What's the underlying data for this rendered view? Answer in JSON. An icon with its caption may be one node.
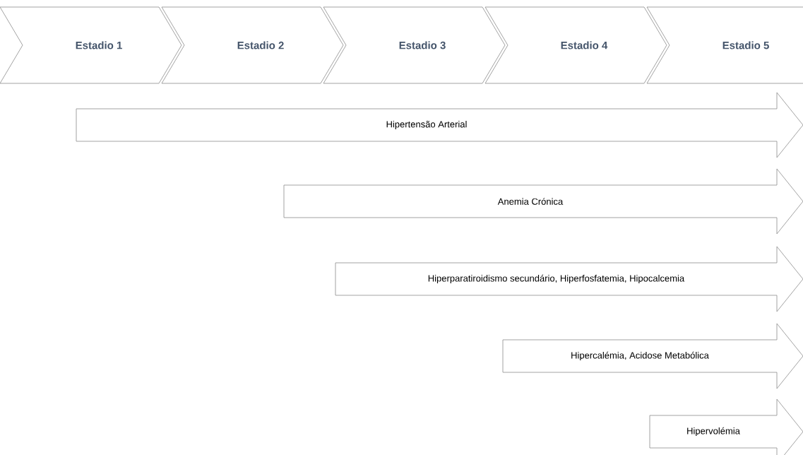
{
  "diagram": {
    "nodes": [
      {
        "text": [
          "Estadio 1"
        ]
      },
      {
        "text": [
          "Estadio 2"
        ]
      },
      {
        "text": [
          "Estadio 3"
        ]
      },
      {
        "text": [
          "Estadio 4"
        ]
      },
      {
        "text": [
          "Estadio 5"
        ]
      },
      {
        "text": [
          "Hipertensão Arterial"
        ]
      },
      {
        "text": [
          "Anemia Crónica"
        ]
      },
      {
        "text": [
          "Hiperparatiroidismo secundário, Hiperfosfatemia, Hipocalcemia"
        ]
      },
      {
        "text": [
          "Hipercalémia, Acidose Metabólica"
        ]
      },
      {
        "text": [
          "Hipervolémia"
        ]
      }
    ]
  }
}
